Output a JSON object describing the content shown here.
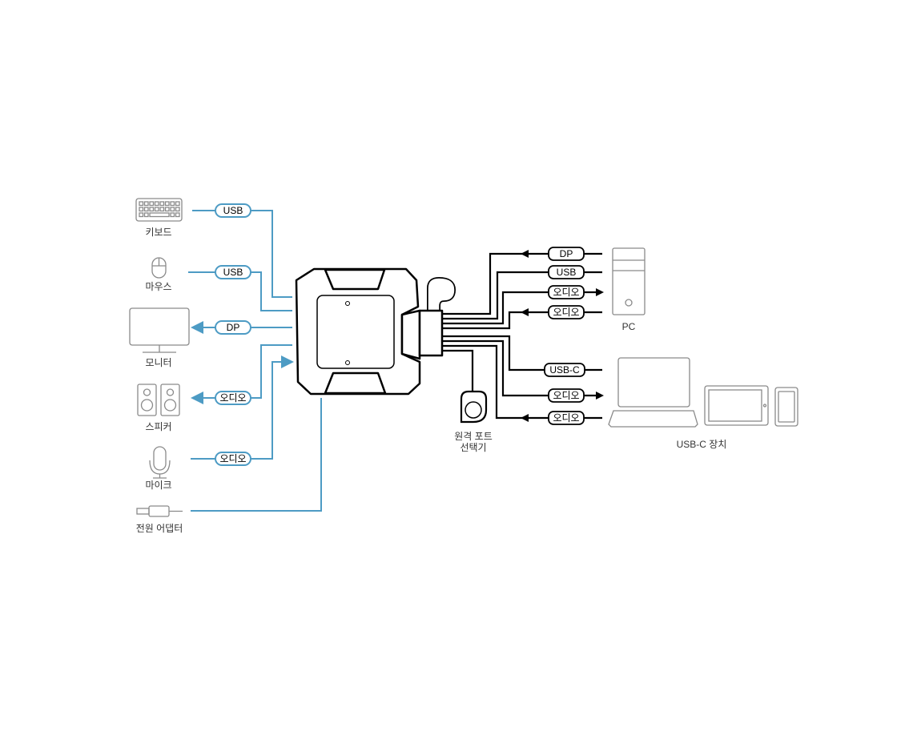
{
  "left_devices": {
    "keyboard": "키보드",
    "mouse": "마우스",
    "monitor": "모니터",
    "speakers": "스피커",
    "microphone": "마이크",
    "power_adapter": "전원 어댑터"
  },
  "left_connections": {
    "keyboard": "USB",
    "mouse": "USB",
    "monitor": "DP",
    "speakers": "오디오",
    "microphone": "오디오"
  },
  "right_connections": {
    "pc_dp": "DP",
    "pc_usb": "USB",
    "pc_audio_out": "오디오",
    "pc_audio_in": "오디오",
    "usbc": "USB-C",
    "usbc_audio_out": "오디오",
    "usbc_audio_in": "오디오"
  },
  "right_devices": {
    "pc": "PC",
    "usbc_devices": "USB-C 장치"
  },
  "remote": {
    "line1": "원격 포트",
    "line2": "선택기"
  },
  "colors": {
    "left_lines": "#4d9bc4",
    "right_lines": "#000000",
    "icons": "#8a8a8a"
  }
}
